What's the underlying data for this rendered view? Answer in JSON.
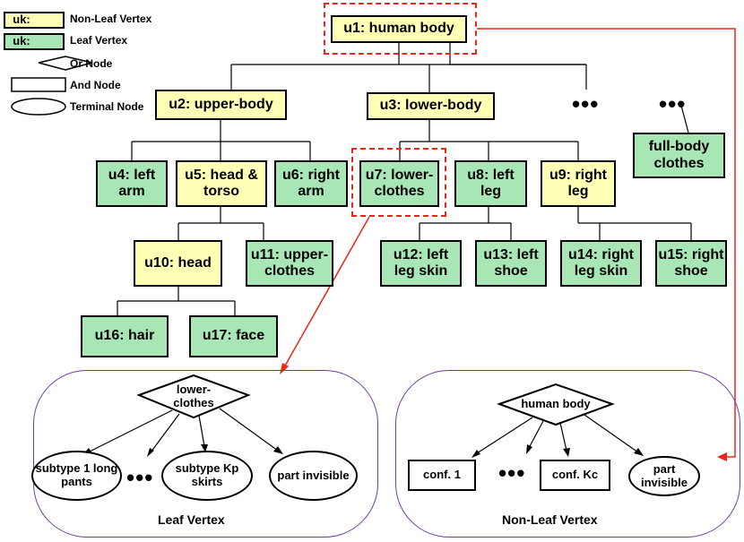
{
  "legend": {
    "nonleaf_key": "uk:",
    "leaf_key": "uk:",
    "nonleaf_label": "Non-Leaf Vertex",
    "leaf_label": "Leaf Vertex",
    "or_label": "Or Node",
    "and_label": "And Node",
    "terminal_label": "Terminal Node"
  },
  "tree": {
    "u1": "u1:  human body",
    "u2": "u2:  upper-body",
    "u3": "u3:  lower-body",
    "full_body": "full-body clothes",
    "u4": "u4: left arm",
    "u5": "u5: head & torso",
    "u6": "u6: right arm",
    "u7": "u7: lower-clothes",
    "u8": "u8: left leg",
    "u9": "u9: right leg",
    "u10": "u10: head",
    "u11": "u11: upper-clothes",
    "u12": "u12: left leg skin",
    "u13": "u13: left shoe",
    "u14": "u14: right leg skin",
    "u15": "u15: right shoe",
    "u16": "u16: hair",
    "u17": "u17: face",
    "ellipsis": "•••"
  },
  "leaf_panel": {
    "or_node": "lower-clothes",
    "t1": "subtype 1 long pants",
    "t2": "subtype Kp skirts",
    "t3": "part invisible",
    "caption": "Leaf Vertex"
  },
  "nonleaf_panel": {
    "or_node": "human body",
    "c1": "conf. 1",
    "c2": "conf. Kc",
    "t3": "part invisible",
    "caption": "Non-Leaf Vertex"
  },
  "colors": {
    "nonleaf_fill": "#ffffb6",
    "leaf_fill": "#a8e6b6",
    "highlight": "#e8261a",
    "panel_border": "#6b3fa0"
  }
}
